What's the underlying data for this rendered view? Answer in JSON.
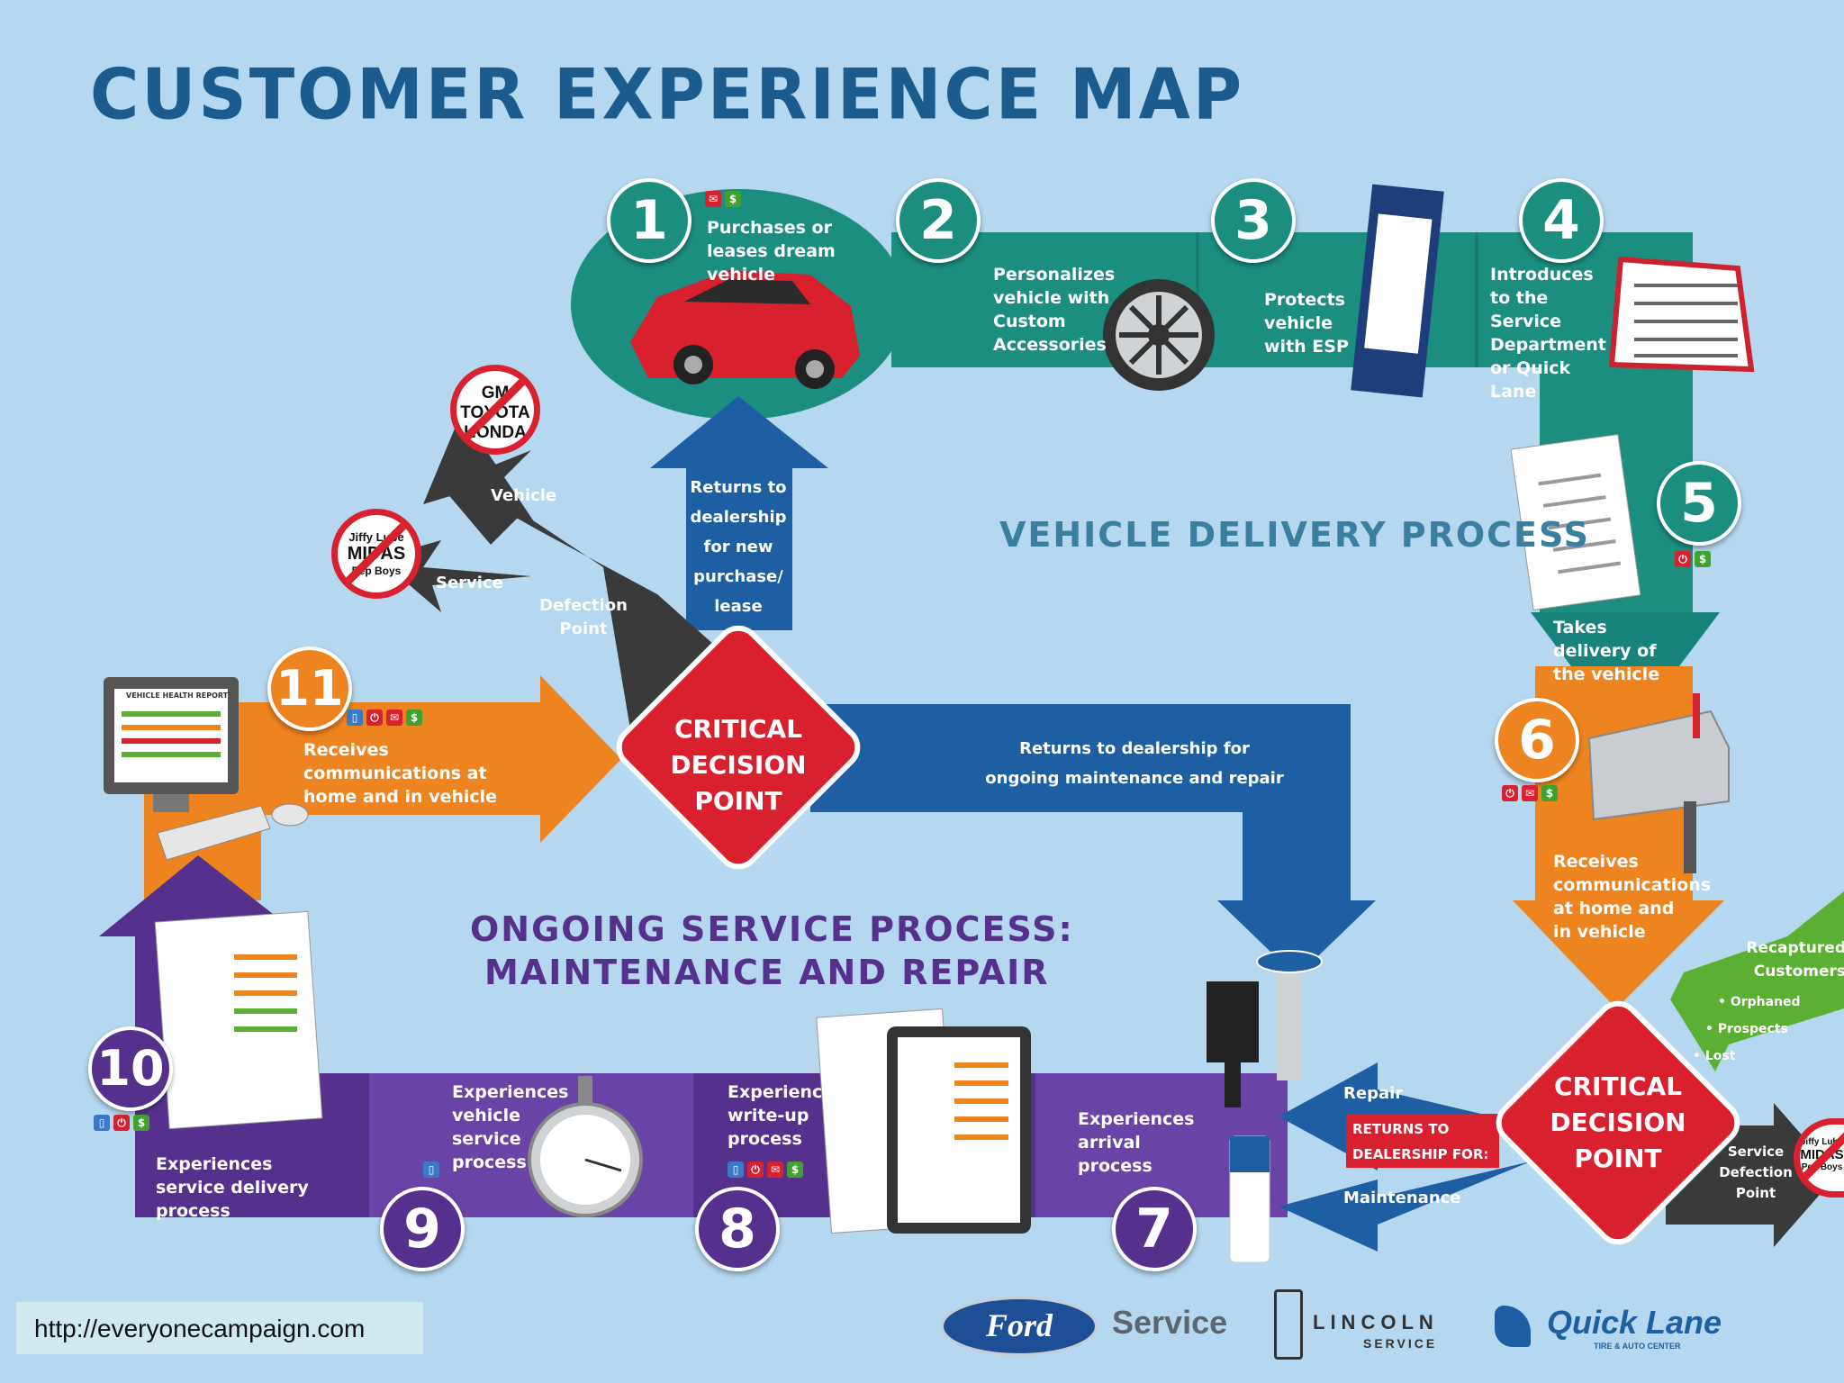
{
  "title": "CUSTOMER EXPERIENCE MAP",
  "sections": {
    "delivery": "VEHICLE DELIVERY PROCESS",
    "service_line1": "ONGOING SERVICE PROCESS:",
    "service_line2": "MAINTENANCE AND REPAIR"
  },
  "steps": [
    {
      "num": "1",
      "text": "Purchases or leases dream vehicle"
    },
    {
      "num": "2",
      "text": "Personalizes vehicle with Custom Accessories"
    },
    {
      "num": "3",
      "text": "Protects vehicle with ESP"
    },
    {
      "num": "4",
      "text": "Introduces to the Service Department or Quick Lane"
    },
    {
      "num": "5",
      "text": "Takes delivery of the vehicle"
    },
    {
      "num": "6",
      "text": "Receives communications at home and in vehicle"
    },
    {
      "num": "7",
      "text": "Experiences arrival process"
    },
    {
      "num": "8",
      "text": "Experiences write-up process"
    },
    {
      "num": "9",
      "text": "Experiences vehicle service process"
    },
    {
      "num": "10",
      "text": "Experiences service delivery process"
    },
    {
      "num": "11",
      "text": "Receives communications at home and in vehicle"
    }
  ],
  "critical_decision": "CRITICAL DECISION POINT",
  "arrows": {
    "returns_new": "Returns to dealership for new purchase/ lease",
    "returns_ongoing": "Returns to dealership for ongoing maintenance and repair",
    "defection": "Defection Point",
    "vehicle": "Vehicle",
    "service": "Service",
    "repair": "Repair",
    "returns_for": "RETURNS TO DEALERSHIP FOR:",
    "maintenance": "Maintenance",
    "service_defection": "Service Defection Point"
  },
  "competitors": {
    "vehicle": [
      "GM",
      "TOYOTA",
      "HONDA"
    ],
    "service": [
      "Jiffy Lube",
      "MIDAS",
      "Pep Boys"
    ],
    "service_right": [
      "Jiffy Lube",
      "MIDAS",
      "Pep Boys"
    ]
  },
  "recaptured": {
    "title": "Recaptured Customers",
    "items": [
      "• Orphaned",
      "• Prospects",
      "• Lost"
    ]
  },
  "icons": {
    "mail": "mail-icon",
    "dollar": "dollar-icon",
    "power": "power-icon",
    "phone": "phone-icon"
  },
  "screens": {
    "monitor_title": "VEHICLE HEALTH REPORT"
  },
  "brands": {
    "ford": "Ford",
    "service": "Service",
    "lincoln": "LINCOLN",
    "lincoln_sub": "SERVICE",
    "quick_lane": "Quick Lane",
    "quick_lane_sub": "TIRE & AUTO CENTER"
  },
  "url": "http://everyonecampaign.com",
  "colors": {
    "background": "#b5d7ef",
    "teal": "#1c8e7f",
    "blue": "#1e5fa3",
    "orange": "#ee8420",
    "purple": "#55318d",
    "red": "#d8202f",
    "dark": "#3a3a3a",
    "green": "#5bb033"
  }
}
